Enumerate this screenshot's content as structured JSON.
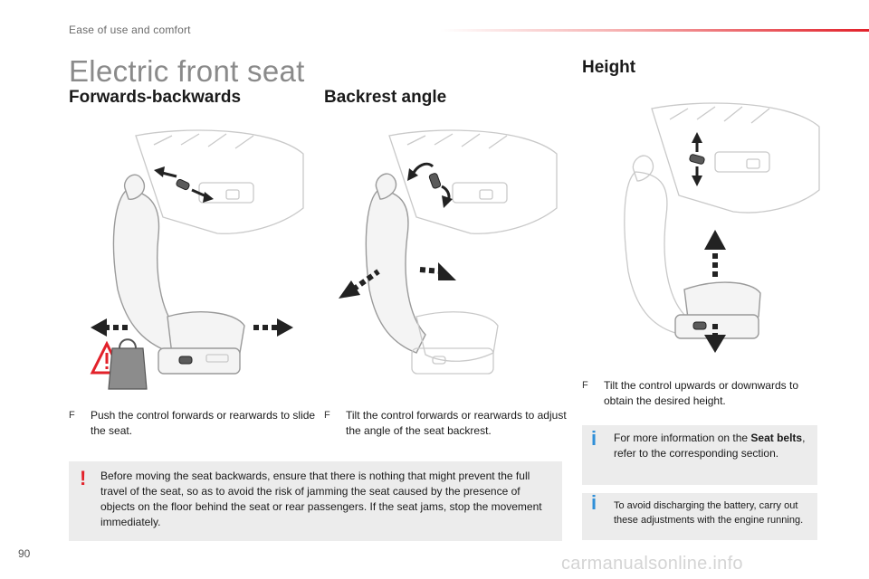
{
  "header": {
    "section": "Ease of use and comfort"
  },
  "title": "Electric front seat",
  "sections": [
    {
      "heading": "Forwards-backwards",
      "instruction": "Push the control forwards or rearwards to slide the seat."
    },
    {
      "heading": "Backrest angle",
      "instruction": "Tilt the control forwards or rearwards to adjust the angle of the seat backrest."
    },
    {
      "heading": "Height",
      "instruction": "Tilt the control upwards or downwards to obtain the desired height."
    }
  ],
  "bullet_glyph": "F",
  "warning": {
    "mark": "!",
    "text": "Before moving the seat backwards, ensure that there is nothing that might prevent the full travel of the seat, so as to avoid the risk of jamming the seat caused by the presence of objects on the floor behind the seat or rear passengers. If the seat jams, stop the movement immediately."
  },
  "info_seat_belts": {
    "mark": "i",
    "prefix": "For more information on the ",
    "bold": "Seat belts",
    "suffix": ", refer to the corresponding section."
  },
  "info_battery": {
    "mark": "i",
    "text": "To avoid discharging the battery, carry out these adjustments with the engine running."
  },
  "page_number": "90",
  "watermark": "carmanualsonline.info",
  "colors": {
    "accent_red": "#e2212a",
    "info_blue": "#2f8fd8",
    "box_grey": "#ececec"
  }
}
